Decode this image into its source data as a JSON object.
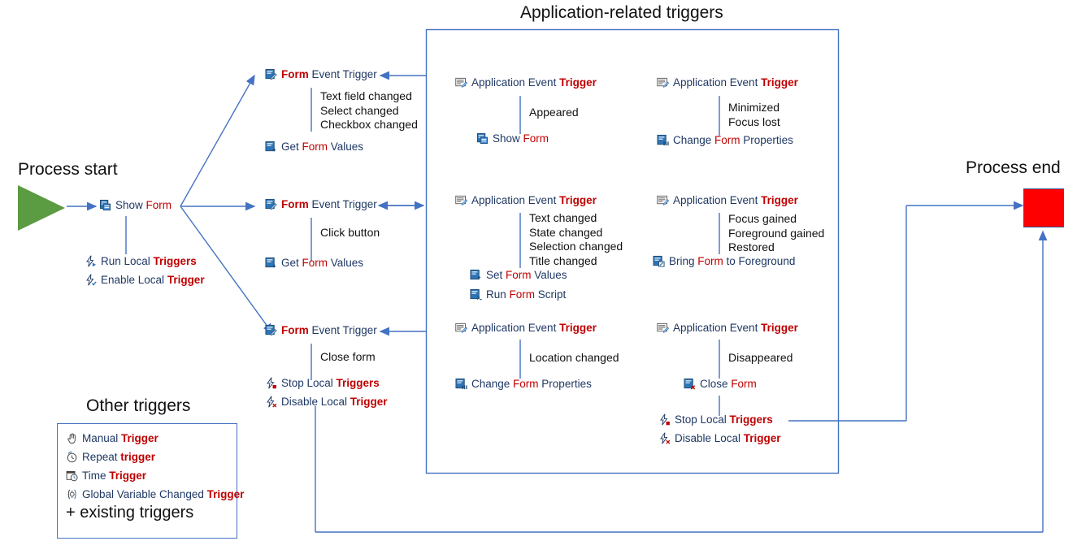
{
  "diagram": {
    "title_app_box": "Application-related triggers",
    "label_process_start": "Process start",
    "label_process_end": "Process end",
    "label_other_triggers": "Other triggers",
    "colors": {
      "line": "#4472C4",
      "accent_red": "#C00000",
      "start_green": "#5B9B41",
      "end_red": "#FF0000",
      "text_blue": "#1F3864"
    }
  },
  "start": {
    "show_form": {
      "icon": "show-form-icon",
      "parts": [
        "Show ",
        "Form"
      ]
    },
    "actions": [
      {
        "icon": "run-local-triggers-icon",
        "plain": "Run Local ",
        "accent": "Triggers"
      },
      {
        "icon": "enable-local-trigger-icon",
        "plain": "Enable Local ",
        "accent": "Trigger"
      }
    ]
  },
  "form_branches": [
    {
      "trigger": {
        "icon": "form-event-trigger-icon",
        "accent": "Form",
        "plain": " Event Trigger"
      },
      "events": [
        "Text field changed",
        "Select changed",
        "Checkbox changed"
      ],
      "actions": [
        {
          "icon": "get-form-values-icon",
          "pre": "Get ",
          "accent": "Form",
          "post": " Values"
        }
      ]
    },
    {
      "trigger": {
        "icon": "form-event-trigger-icon",
        "accent": "Form",
        "plain": " Event Trigger"
      },
      "events": [
        "Click button"
      ],
      "actions": [
        {
          "icon": "get-form-values-icon",
          "pre": "Get ",
          "accent": "Form",
          "post": " Values"
        }
      ]
    },
    {
      "trigger": {
        "icon": "form-event-trigger-icon",
        "accent": "Form",
        "plain": " Event Trigger"
      },
      "events": [
        "Close form"
      ],
      "actions": [
        {
          "icon": "stop-local-triggers-icon",
          "pre": "Stop Local ",
          "accent": "Triggers",
          "post": ""
        },
        {
          "icon": "disable-local-trigger-icon",
          "pre": "Disable Local ",
          "accent": "Trigger",
          "post": ""
        }
      ]
    }
  ],
  "app_groups": [
    {
      "trigger": {
        "icon": "application-event-trigger-icon",
        "plain": "Application Event ",
        "accent": "Trigger"
      },
      "events": [
        "Appeared"
      ],
      "actions": [
        {
          "icon": "show-form-icon",
          "pre": "Show ",
          "accent": "Form",
          "post": ""
        }
      ]
    },
    {
      "trigger": {
        "icon": "application-event-trigger-icon",
        "plain": "Application Event ",
        "accent": "Trigger"
      },
      "events": [
        "Minimized",
        "Focus lost"
      ],
      "actions": [
        {
          "icon": "change-form-properties-icon",
          "pre": "Change ",
          "accent": "Form",
          "post": " Properties"
        }
      ]
    },
    {
      "trigger": {
        "icon": "application-event-trigger-icon",
        "plain": "Application Event ",
        "accent": "Trigger"
      },
      "events": [
        "Text changed",
        "State changed",
        "Selection changed",
        "Title changed"
      ],
      "actions": [
        {
          "icon": "set-form-values-icon",
          "pre": "Set ",
          "accent": "Form",
          "post": " Values"
        },
        {
          "icon": "run-form-script-icon",
          "pre": "Run ",
          "accent": "Form",
          "post": " Script"
        }
      ]
    },
    {
      "trigger": {
        "icon": "application-event-trigger-icon",
        "plain": "Application Event ",
        "accent": "Trigger"
      },
      "events": [
        "Focus gained",
        "Foreground gained",
        "Restored"
      ],
      "actions": [
        {
          "icon": "bring-form-to-foreground-icon",
          "pre": "Bring ",
          "accent": "Form",
          "post": " to Foreground"
        }
      ]
    },
    {
      "trigger": {
        "icon": "application-event-trigger-icon",
        "plain": "Application Event ",
        "accent": "Trigger"
      },
      "events": [
        "Location changed"
      ],
      "actions": [
        {
          "icon": "change-form-properties-icon",
          "pre": "Change ",
          "accent": "Form",
          "post": " Properties"
        }
      ]
    },
    {
      "trigger": {
        "icon": "application-event-trigger-icon",
        "plain": "Application Event ",
        "accent": "Trigger"
      },
      "events": [
        "Disappeared"
      ],
      "actions": [
        {
          "icon": "close-form-icon",
          "pre": "Close ",
          "accent": "Form",
          "post": ""
        }
      ],
      "post_actions": [
        {
          "icon": "stop-local-triggers-icon",
          "pre": "Stop Local ",
          "accent": "Triggers",
          "post": ""
        },
        {
          "icon": "disable-local-trigger-icon",
          "pre": "Disable Local ",
          "accent": "Trigger",
          "post": ""
        }
      ]
    }
  ],
  "other_triggers": {
    "items": [
      {
        "icon": "manual-trigger-icon",
        "plain": "Manual ",
        "accent": "Trigger"
      },
      {
        "icon": "repeat-trigger-icon",
        "plain": "Repeat ",
        "accent": "trigger"
      },
      {
        "icon": "time-trigger-icon",
        "plain": "Time ",
        "accent": "Trigger"
      },
      {
        "icon": "global-variable-changed-trigger-icon",
        "plain": "Global Variable Changed ",
        "accent": "Trigger"
      }
    ],
    "footer": "+ existing triggers"
  }
}
